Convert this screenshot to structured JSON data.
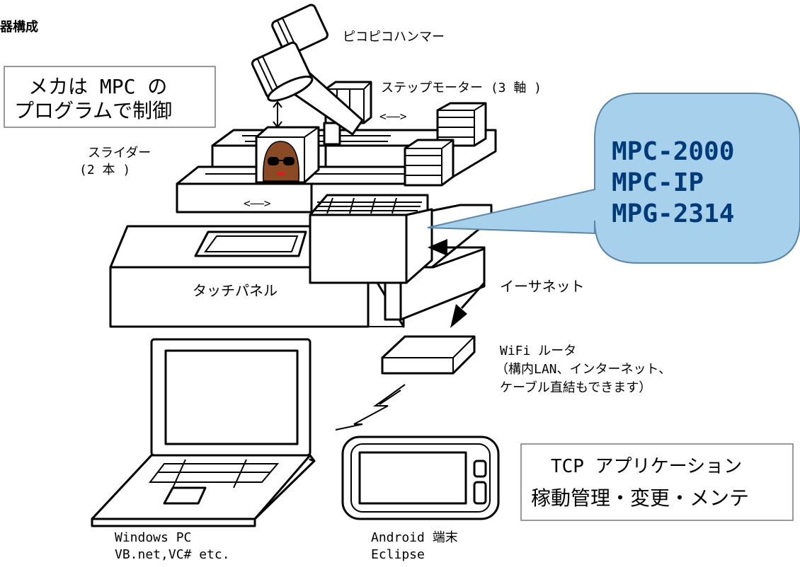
{
  "texts": {
    "title": "器構成",
    "hammer": "ピコピコハンマー",
    "stepper": "ステップモーター (3 軸 )",
    "mecha_line1": "メカは MPC の",
    "mecha_line2": "プログラムで制御",
    "slider_line1": "スライダー",
    "slider_line2": "(2 本 )",
    "callout_line1": "MPC-2000",
    "callout_line2": "MPC-IP",
    "callout_line3": "MPG-2314",
    "touch_panel": "タッチパネル",
    "ethernet": "イーサネット",
    "router_line1": "WiFi ルータ",
    "router_line2": "（構内LAN、インターネット、",
    "router_line3": "ケーブル直結もできます）",
    "tcp_line1": "TCP アプリケーション",
    "tcp_line2": "稼動管理・変更・メンテ",
    "pc_line1": "Windows PC",
    "pc_line2": "VB.net,VC# etc.",
    "android_line1": "Android 端末",
    "android_line2": "Eclipse"
  },
  "colors": {
    "callout_fill": "#a6d0ec",
    "callout_stroke": "#5b86a6",
    "line": "#000000",
    "background": "#ffffff"
  },
  "icons": {
    "hammer": "toy-hammer-icon",
    "mole": "mole-figure-icon",
    "wireless": "lightning-bolt-icon"
  }
}
